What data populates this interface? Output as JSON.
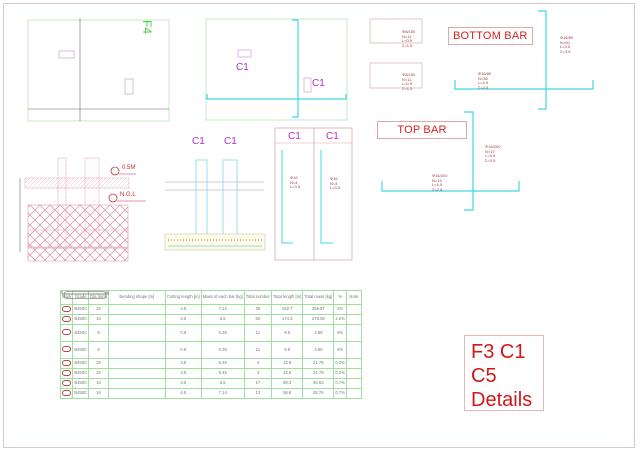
{
  "drawing": {
    "title_lines": [
      "F3 C1",
      "C5",
      "Details"
    ],
    "footing_plan": {
      "label": "F4"
    },
    "column_plan": {
      "labels": [
        "C1",
        "C1"
      ]
    },
    "section_details": {
      "levels": [
        "0.5M",
        "N.G.L"
      ]
    },
    "column_elevation": {
      "labels": [
        "C1",
        "C1"
      ]
    },
    "column_bars_panel": {
      "headers": [
        "C1",
        "C1"
      ],
      "bar_notes": [
        [
          "Φ16",
          "N=4",
          "L=3.5"
        ],
        [
          "Φ16",
          "N=4",
          "L=3.5"
        ]
      ]
    },
    "stirrup_panels": [
      {
        "notes": [
          "Φ8/150",
          "N=11",
          "L=0.9",
          "Σ=1.5"
        ]
      },
      {
        "notes": [
          "Φ8/150",
          "N=11",
          "L=0.9",
          "Σ=1.5"
        ]
      }
    ],
    "bottom_bar": {
      "title": "BOTTOM BAR",
      "vertical_note": [
        "Φ16/80",
        "N=50",
        "L=3.5",
        "Σ=3.9"
      ],
      "horizontal_note": [
        "Φ16/80",
        "N=36",
        "L=4.5",
        "Σ=2.8"
      ]
    },
    "top_bar": {
      "title": "TOP BAR",
      "vertical_note": [
        "Φ16/200",
        "N=17",
        "L=3.5",
        "Σ=3.9"
      ],
      "horizontal_note": [
        "Φ16/200",
        "N=13",
        "L=4.5",
        "Σ=2.8"
      ]
    }
  },
  "schedule": {
    "headers": [
      "Mark",
      "Grade",
      "Dia [mm]",
      "Bending shape [m]",
      "Cutting length [m]",
      "Mass of each bar [kg]",
      "Total number",
      "Total length [m]",
      "Total mass [kg]",
      "%",
      "Note"
    ],
    "rows": [
      {
        "grade": "B450C",
        "dia": "16",
        "shape": "bar-hooks",
        "cut": "4.5",
        "mass_each": "7.14",
        "number": "36",
        "total_len": "162.7",
        "total_mass": "256.87",
        "pct": "2%",
        "note": ""
      },
      {
        "grade": "B450C",
        "dia": "16",
        "shape": "bar-hooks",
        "cut": "3.5",
        "mass_each": "5.5",
        "number": "50",
        "total_len": "174.3",
        "total_mass": "275.08",
        "pct": "2.2%",
        "note": ""
      },
      {
        "grade": "B450C",
        "dia": "8",
        "shape": "stirrup",
        "cut": "0.9",
        "mass_each": "0.35",
        "number": "11",
        "total_len": "9.9",
        "total_mass": "3.89",
        "pct": "0%",
        "note": ""
      },
      {
        "grade": "B450C",
        "dia": "8",
        "shape": "stirrup",
        "cut": "0.9",
        "mass_each": "0.35",
        "number": "11",
        "total_len": "9.9",
        "total_mass": "3.89",
        "pct": "0%",
        "note": ""
      },
      {
        "grade": "B450C",
        "dia": "16",
        "shape": "bar-one-hook",
        "cut": "3.5",
        "mass_each": "5.45",
        "number": "4",
        "total_len": "13.8",
        "total_mass": "21.79",
        "pct": "0.2%",
        "note": ""
      },
      {
        "grade": "B450C",
        "dia": "16",
        "shape": "bar-one-hook",
        "cut": "3.5",
        "mass_each": "5.45",
        "number": "4",
        "total_len": "13.8",
        "total_mass": "21.79",
        "pct": "0.2%",
        "note": ""
      },
      {
        "grade": "B450C",
        "dia": "16",
        "shape": "bar-hooks",
        "cut": "3.5",
        "mass_each": "5.5",
        "number": "17",
        "total_len": "59.3",
        "total_mass": "93.53",
        "pct": "0.7%",
        "note": ""
      },
      {
        "grade": "B450C",
        "dia": "16",
        "shape": "bar-hooks",
        "cut": "4.5",
        "mass_each": "7.14",
        "number": "13",
        "total_len": "58.8",
        "total_mass": "92.76",
        "pct": "0.7%",
        "note": ""
      }
    ]
  },
  "colors": {
    "rebar": "#40d8e0",
    "frame_green": "#a8e0a8",
    "label_magenta": "#b02cc8",
    "title_red": "#d01818",
    "hatch": "#e8a0b0"
  }
}
